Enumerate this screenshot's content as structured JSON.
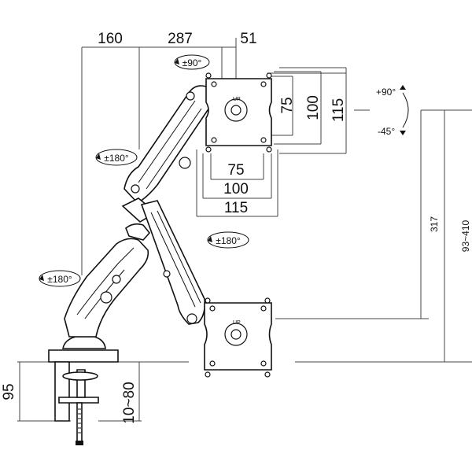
{
  "dimensions": {
    "arm_segment_1": "160",
    "arm_segment_2": "287",
    "offset": "51",
    "vesa_vertical_75": "75",
    "vesa_vertical_100": "100",
    "vesa_vertical_115": "115",
    "vesa_horizontal_75": "75",
    "vesa_horizontal_100": "100",
    "vesa_horizontal_115": "115",
    "height_317": "317",
    "height_range": "93~410",
    "clamp_height": "95",
    "desk_thickness": "10~80"
  },
  "rotations": {
    "top_swivel": "±90°",
    "upper_joint": "±180°",
    "lower_joint": "±180°",
    "base_joint": "±180°",
    "tilt_up": "+90°",
    "tilt_down": "-45°"
  },
  "vesa_up_label": "UP"
}
